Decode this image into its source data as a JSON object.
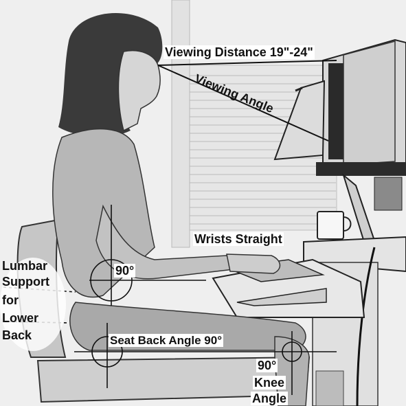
{
  "labels": {
    "viewing_distance": "Viewing Distance 19\"-24\"",
    "viewing_angle": "Viewing Angle",
    "wrists_straight": "Wrists Straight",
    "lumbar_1": "Lumbar",
    "lumbar_2": "Support",
    "lumbar_3": "for",
    "lumbar_4": "Lower",
    "lumbar_5": "Back",
    "hip_angle": "90°",
    "seat_back_angle": "Seat Back Angle 90°",
    "knee_angle_value": "90°",
    "knee_1": "Knee",
    "knee_2": "Angle"
  }
}
